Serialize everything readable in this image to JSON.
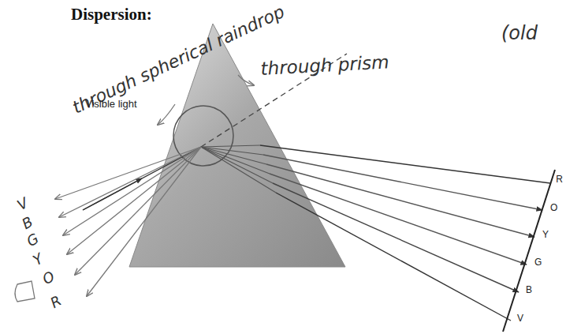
{
  "diagram": {
    "title": "Dispersion:",
    "labels": [
      "through spherical raindrop",
      "(old",
      "Visible light",
      "through prism",
      "R",
      "O",
      "Y",
      "G",
      "B",
      "V",
      "V",
      "B",
      "G",
      "Y",
      "O",
      "R"
    ]
  }
}
